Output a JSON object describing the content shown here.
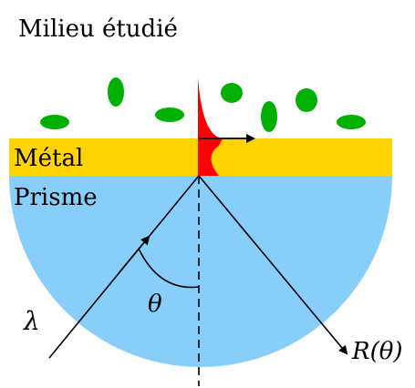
{
  "labels": {
    "medium": "Milieu étudié",
    "metal": "Métal",
    "prism": "Prisme",
    "wavelength": "λ",
    "angle": "θ",
    "reflectance": "R(θ)"
  },
  "colors": {
    "prism": "#87CEFA",
    "metal": "#FFD400",
    "molecules": "#00B000",
    "evanescent_field": "#FF0000",
    "lines": "#000000"
  }
}
